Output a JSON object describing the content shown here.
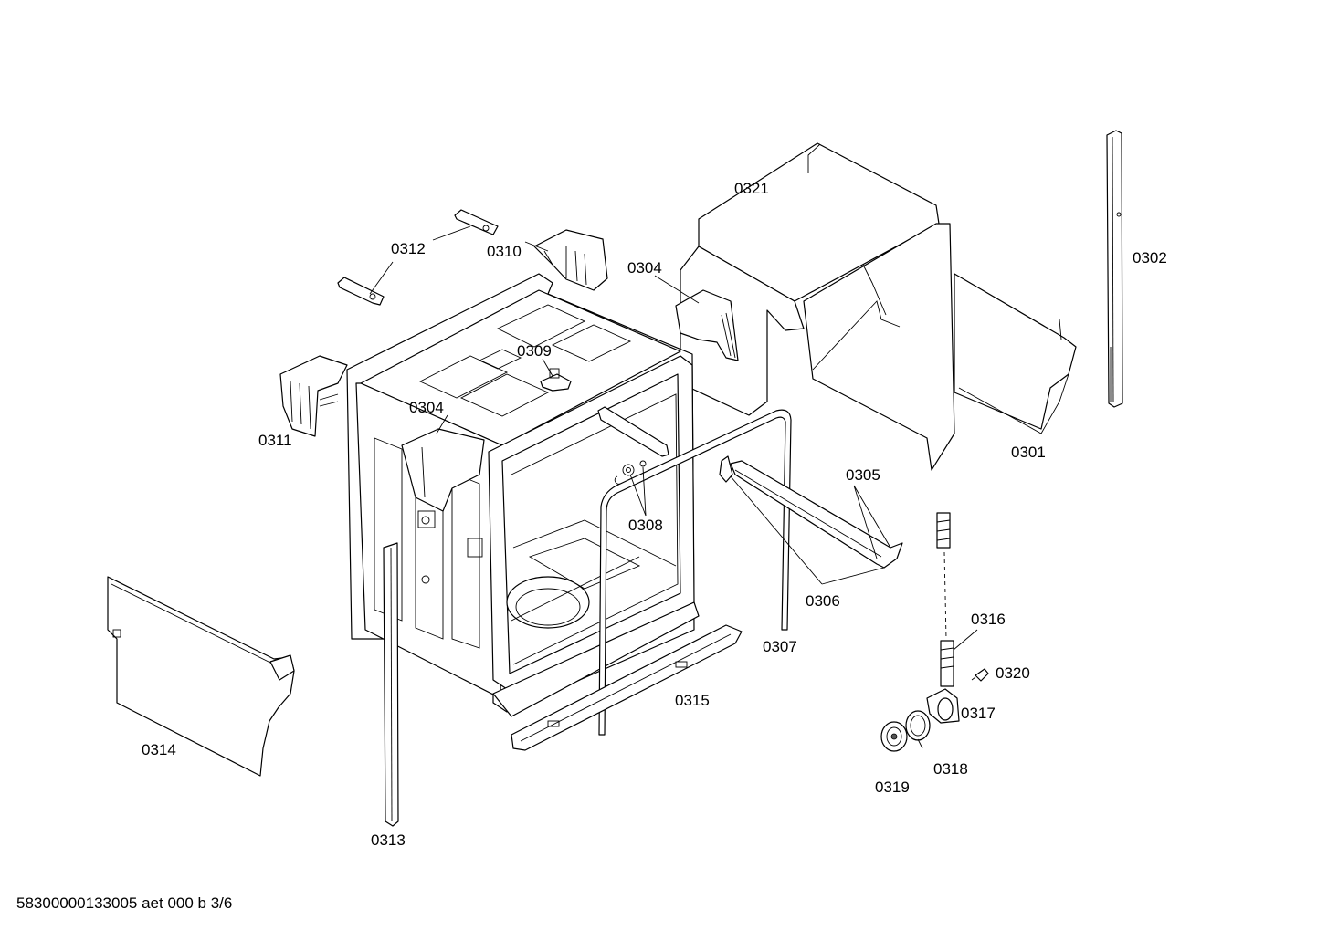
{
  "parts": [
    {
      "id": "p0301",
      "label": "0301"
    },
    {
      "id": "p0302",
      "label": "0302"
    },
    {
      "id": "p0304a",
      "label": "0304"
    },
    {
      "id": "p0304b",
      "label": "0304"
    },
    {
      "id": "p0305",
      "label": "0305"
    },
    {
      "id": "p0306",
      "label": "0306"
    },
    {
      "id": "p0307",
      "label": "0307"
    },
    {
      "id": "p0308",
      "label": "0308"
    },
    {
      "id": "p0309",
      "label": "0309"
    },
    {
      "id": "p0310",
      "label": "0310"
    },
    {
      "id": "p0311",
      "label": "0311"
    },
    {
      "id": "p0312",
      "label": "0312"
    },
    {
      "id": "p0313",
      "label": "0313"
    },
    {
      "id": "p0314",
      "label": "0314"
    },
    {
      "id": "p0315",
      "label": "0315"
    },
    {
      "id": "p0316",
      "label": "0316"
    },
    {
      "id": "p0317",
      "label": "0317"
    },
    {
      "id": "p0318",
      "label": "0318"
    },
    {
      "id": "p0319",
      "label": "0319"
    },
    {
      "id": "p0320",
      "label": "0320"
    },
    {
      "id": "p0321",
      "label": "0321"
    }
  ],
  "footer": "58300000133005 aet 000 b 3/6"
}
